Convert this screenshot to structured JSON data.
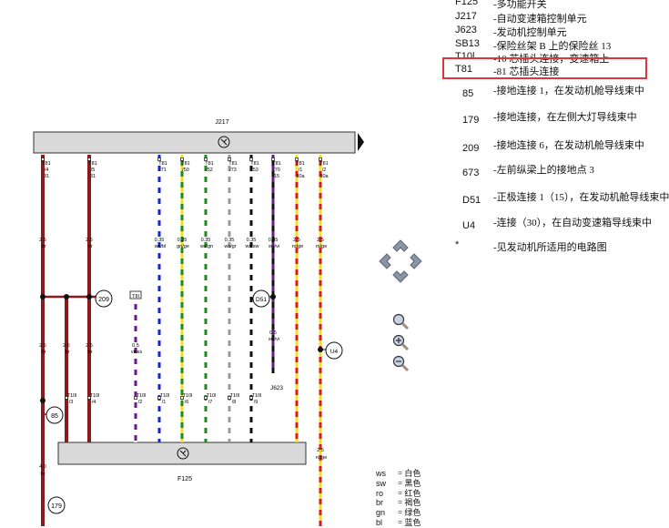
{
  "legend": [
    {
      "code": "F125",
      "desc": "-多功能开关"
    },
    {
      "code": "J217",
      "desc": "-自动变速箱控制单元"
    },
    {
      "code": "J623",
      "desc": "-发动机控制单元"
    },
    {
      "code": "SB13",
      "desc": "-保险丝架 B 上的保险丝 13"
    },
    {
      "code": "T10l",
      "desc": "-10 芯插头连接，变速箱上"
    },
    {
      "code": "T81",
      "desc": "-81 芯插头连接"
    },
    {
      "code": "85",
      "desc": "-接地连接 1，在发动机舱导线束中"
    },
    {
      "code": "179",
      "desc": "-接地连接，在左侧大灯导线束中"
    },
    {
      "code": "209",
      "desc": "-接地连接 6，在发动机舱导线束中"
    },
    {
      "code": "673",
      "desc": "-左前纵梁上的接地点 3"
    },
    {
      "code": "D51",
      "desc": "-正极连接 1（15），在发动机舱导线束中"
    },
    {
      "code": "U4",
      "desc": "-连接（30），在自动变速箱导线束中"
    },
    {
      "code": "*",
      "desc": "-见发动机所适用的电路图"
    }
  ],
  "diagram": {
    "top_component": "J217",
    "bottom_component": "F125",
    "j623_label": "J623",
    "pin_r3_label": "T8l",
    "connectors": [
      {
        "l1": "T81",
        "l2": "/4",
        "l3": "31"
      },
      {
        "l1": "T81",
        "l2": "/5",
        "l3": "31"
      },
      {
        "l1": "T81",
        "l2": "/71",
        "l3": ""
      },
      {
        "l1": "T81",
        "l2": "/50",
        "l3": ""
      },
      {
        "l1": "T81",
        "l2": "/52",
        "l3": ""
      },
      {
        "l1": "T81",
        "l2": "/73",
        "l3": ""
      },
      {
        "l1": "T81",
        "l2": "/53",
        "l3": ""
      },
      {
        "l1": "T81",
        "l2": "/70",
        "l3": "15"
      },
      {
        "l1": "T81",
        "l2": "/1",
        "l3": "30a"
      },
      {
        "l1": "T81",
        "l2": "/2",
        "l3": "30a"
      }
    ],
    "wire_top_labels": [
      {
        "size": "2.5",
        "color": "br"
      },
      {
        "size": "2.5",
        "color": "br"
      },
      {
        "size": "0.35",
        "color": "ws/bl"
      },
      {
        "size": "0.35",
        "color": "gn/ge"
      },
      {
        "size": "0.35",
        "color": "ws/gn"
      },
      {
        "size": "0.35",
        "color": "ws/gr"
      },
      {
        "size": "0.35",
        "color": "ws/sw"
      },
      {
        "size": "0.35",
        "color": "sw/vi"
      },
      {
        "size": "2.5",
        "color": "ro/ge"
      },
      {
        "size": "2.5",
        "color": "ro/ge"
      }
    ],
    "wire_mid_labels": [
      {
        "size": "2.5",
        "color": "br"
      },
      {
        "size": "2.5",
        "color": "br"
      },
      {
        "size": "2.5",
        "color": "br"
      },
      {
        "size": "0.5",
        "color": "vi/ws"
      },
      {
        "size": "0.5",
        "color": "sw/vi"
      }
    ],
    "t10_connectors": [
      {
        "l1": "T10l",
        "l2": "/3"
      },
      {
        "l1": "T10l",
        "l2": "/4"
      },
      {
        "l1": "T10l",
        "l2": "/2"
      },
      {
        "l1": "T10l",
        "l2": "/1"
      },
      {
        "l1": "T10l",
        "l2": "/6"
      },
      {
        "l1": "T10l",
        "l2": "/7"
      },
      {
        "l1": "T10l",
        "l2": "/8"
      },
      {
        "l1": "T10l",
        "l2": "/9"
      }
    ],
    "bottom_left_wire": {
      "size": "4.0",
      "color": "br"
    },
    "bottom_right_wire": {
      "size": "2.5",
      "color": "ro/ge"
    },
    "grounds": {
      "g209": "209",
      "g85": "85",
      "g179": "179",
      "d51": "D51",
      "u4": "U4"
    },
    "colors": {
      "br": "#8b1a1a",
      "bl": "#1428c8",
      "gn": "#1e8a1e",
      "ge": "#f0e020",
      "gr": "#9a9a9a",
      "vi": "#6a1a8a",
      "ro": "#e01818",
      "ws": "#ffffff",
      "sw": "#111111",
      "bar": "#d9d9d9",
      "highlight": "#e0333a"
    }
  },
  "abbreviations": [
    {
      "k": "ws",
      "v": "= 白色"
    },
    {
      "k": "sw",
      "v": "= 黑色"
    },
    {
      "k": "ro",
      "v": "= 红色"
    },
    {
      "k": "br",
      "v": "= 褐色"
    },
    {
      "k": "gn",
      "v": "= 绿色"
    },
    {
      "k": "bl",
      "v": "= 蓝色"
    }
  ],
  "tools": {
    "nav": "pan-arrows-icon",
    "zoom": [
      "zoom-in-icon",
      "zoom-out-icon",
      "zoom-fit-icon"
    ]
  }
}
